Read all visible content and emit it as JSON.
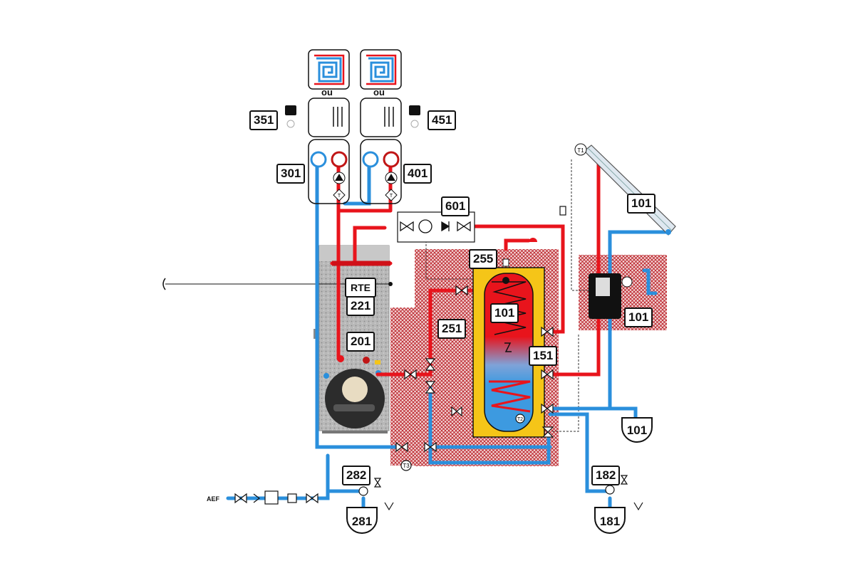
{
  "labels": {
    "circuit_1_thermostat": "351",
    "circuit_2_thermostat": "451",
    "circuit_1_group": "301",
    "circuit_2_group": "401",
    "separator_1": "ou",
    "separator_2": "ou",
    "recirculation": "601",
    "tank_top": "255",
    "tank_valve": "251",
    "tank_upper": "101",
    "electric_heater": "151",
    "boiler_rte": "RTE",
    "boiler_221": "221",
    "boiler_201": "201",
    "solar_panel": "101",
    "solar_station": "101",
    "solar_expansion": "101",
    "expansion_281": "281",
    "safety_282": "282",
    "safety_182": "182",
    "expansion_181": "181",
    "water_inlet": "AEF"
  },
  "sensors": {
    "t1": "T1",
    "t2": "T2",
    "t3": "T3",
    "t_group": "T"
  },
  "colors": {
    "hot": "#e8141c",
    "cold": "#2a8fdc",
    "tank_yellow": "#f5c518",
    "hatch": "#c2141b",
    "boiler_grey": "#9a9a9a"
  }
}
